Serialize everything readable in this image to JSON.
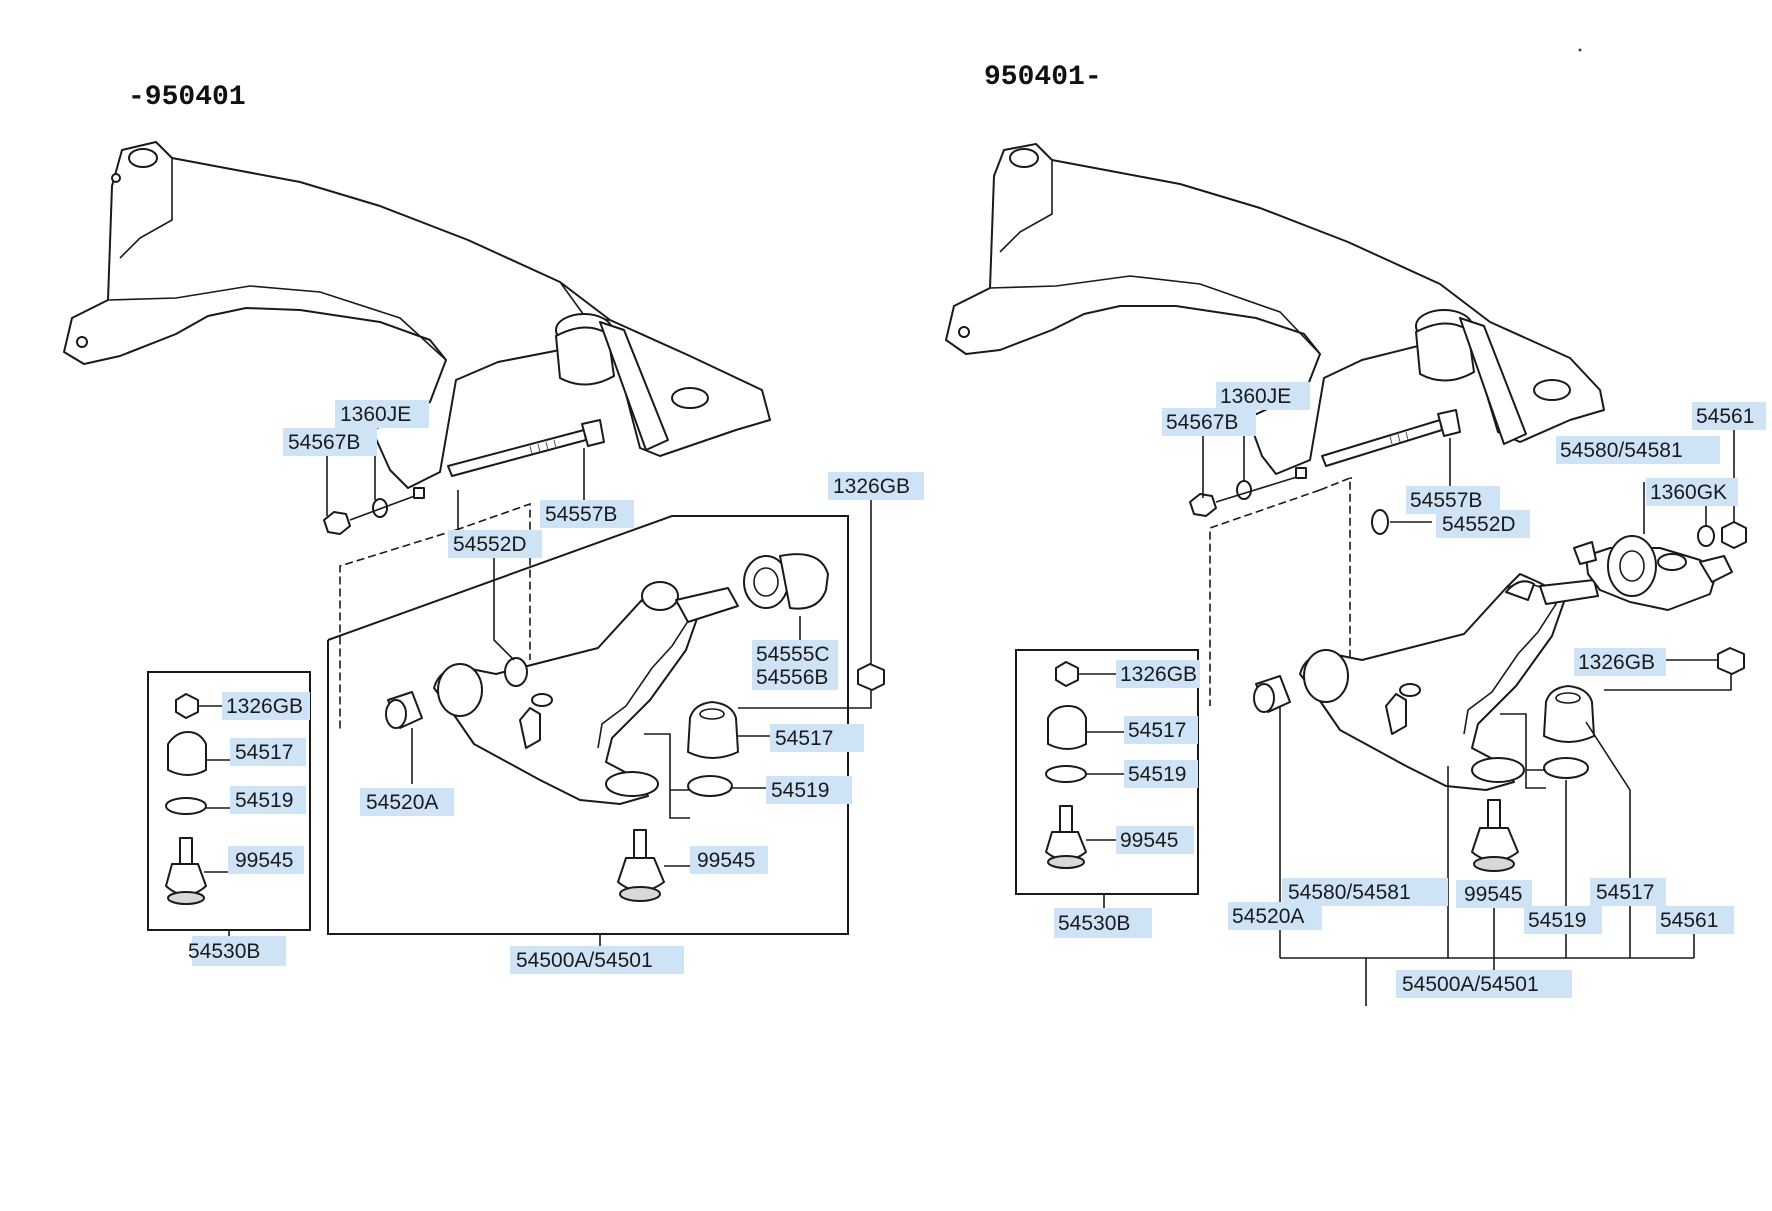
{
  "left_section": {
    "header": "-950401",
    "labels": {
      "p1360je": "1360JE",
      "p54567b": "54567B",
      "p54557b": "54557B",
      "p54552d": "54552D",
      "p1326gb_top": "1326GB",
      "p54555c": "54555C",
      "p54556b": "54556B",
      "p54517": "54517",
      "p54519": "54519",
      "p99545": "99545",
      "p54520a": "54520A",
      "p54500a": "54500A/54501",
      "box_1326gb": "1326GB",
      "box_54517": "54517",
      "box_54519": "54519",
      "box_99545": "99545",
      "box_54530b": "54530B"
    }
  },
  "right_section": {
    "header": "950401-",
    "labels": {
      "p1360je": "1360JE",
      "p54567b": "54567B",
      "p54557b": "54557B",
      "p54552d": "54552D",
      "p54561_top": "54561",
      "p54580_top": "54580/54581",
      "p1360gk": "1360GK",
      "p1326gb": "1326GB",
      "box_1326gb": "1326GB",
      "box_54517": "54517",
      "box_54519": "54519",
      "box_99545": "99545",
      "box_54530b": "54530B",
      "b54580": "54580/54581",
      "b54520a": "54520A",
      "b99545": "99545",
      "b54519": "54519",
      "b54517": "54517",
      "b54561": "54561",
      "b54500a": "54500A/54501"
    }
  }
}
